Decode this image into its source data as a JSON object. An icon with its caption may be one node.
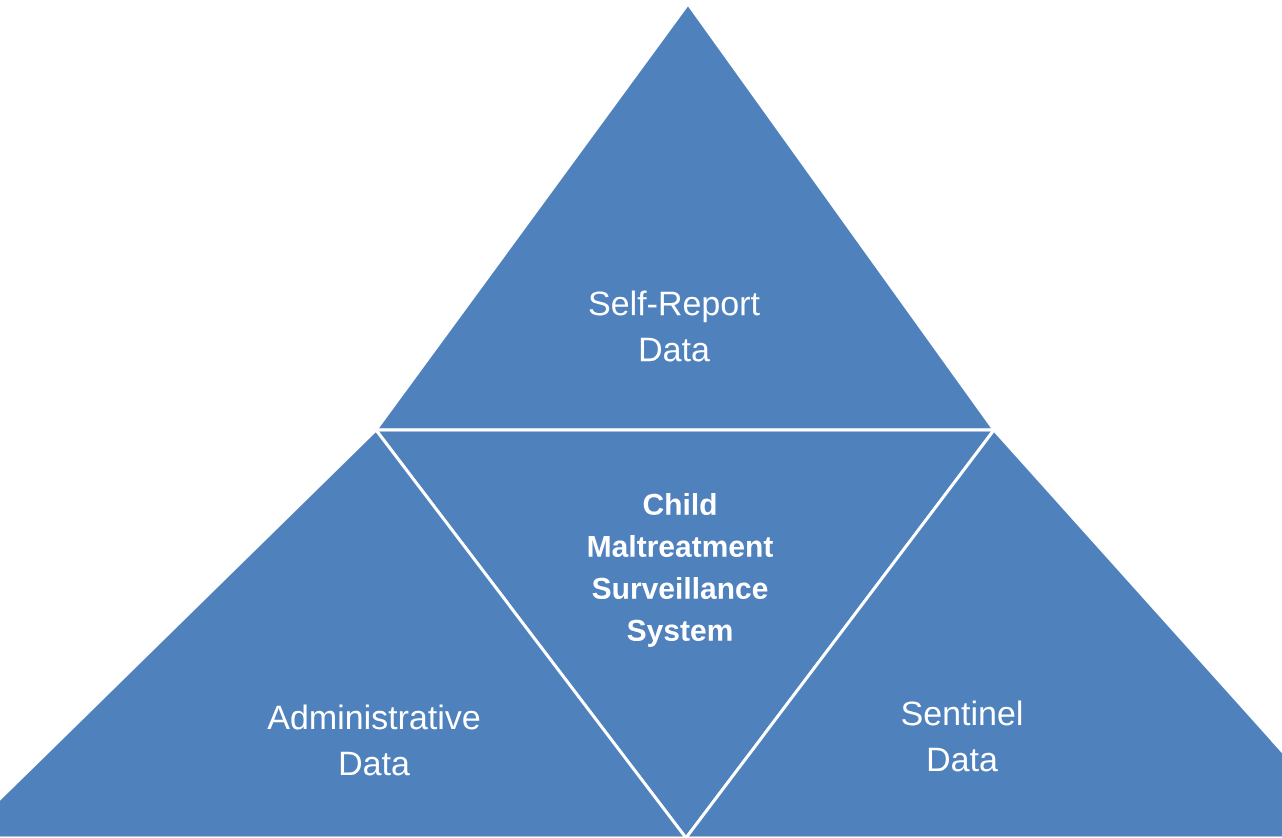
{
  "diagram": {
    "nodes": [
      {
        "text": [
          "Self-Report Data"
        ]
      },
      {
        "text": [
          "Child Maltreatment Surveillance System"
        ]
      },
      {
        "text": [
          "Administrative Data"
        ]
      },
      {
        "text": [
          "Sentinel Data"
        ]
      }
    ]
  }
}
